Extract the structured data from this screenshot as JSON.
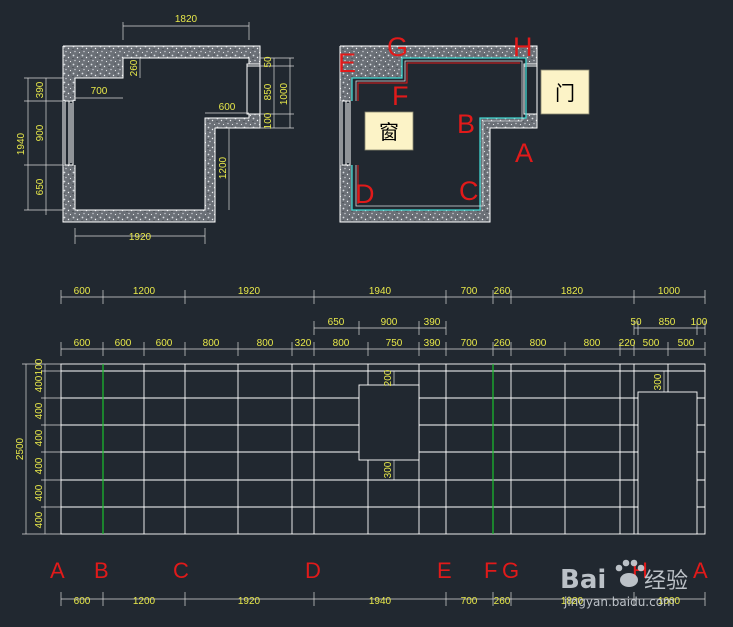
{
  "plan1": {
    "top_width": "1820",
    "left_upper": "390",
    "left_total": "1940",
    "left_mid": "900",
    "left_lower": "650",
    "inner_700": "700",
    "inner_260": "260",
    "inner_600": "600",
    "right_50": "50",
    "right_850": "850",
    "right_1000": "1000",
    "right_100": "100",
    "right_1200": "1200",
    "bottom_width": "1920"
  },
  "plan2": {
    "labels": {
      "E": "E",
      "G": "G",
      "H": "H",
      "F": "F",
      "B": "B",
      "A": "A",
      "D": "D",
      "C": "C"
    },
    "window_tag": "窗",
    "door_tag": "门"
  },
  "elevation": {
    "row1": [
      "600",
      "1200",
      "1920",
      "1940",
      "700",
      "260",
      "1820",
      "1000"
    ],
    "row2": [
      "650",
      "900",
      "390",
      "50",
      "850",
      "100"
    ],
    "row3": [
      "600",
      "600",
      "600",
      "800",
      "800",
      "320",
      "800",
      "750",
      "390",
      "700",
      "260",
      "800",
      "800",
      "220",
      "500",
      "500"
    ],
    "left_dims": [
      "100",
      "400",
      "400",
      "400",
      "400",
      "400",
      "400",
      "2500"
    ],
    "opening_dims": [
      "200",
      "300",
      "300"
    ],
    "bottom_letters": [
      "A",
      "B",
      "C",
      "D",
      "E",
      "F",
      "G",
      "H",
      "A"
    ],
    "bottom_dims": [
      "600",
      "1200",
      "1920",
      "1940",
      "700",
      "260",
      "1820",
      "1000"
    ]
  },
  "watermark": {
    "brand_prefix": "Bai",
    "brand_suffix": "经验",
    "url": "jingyan.baidu.com"
  }
}
